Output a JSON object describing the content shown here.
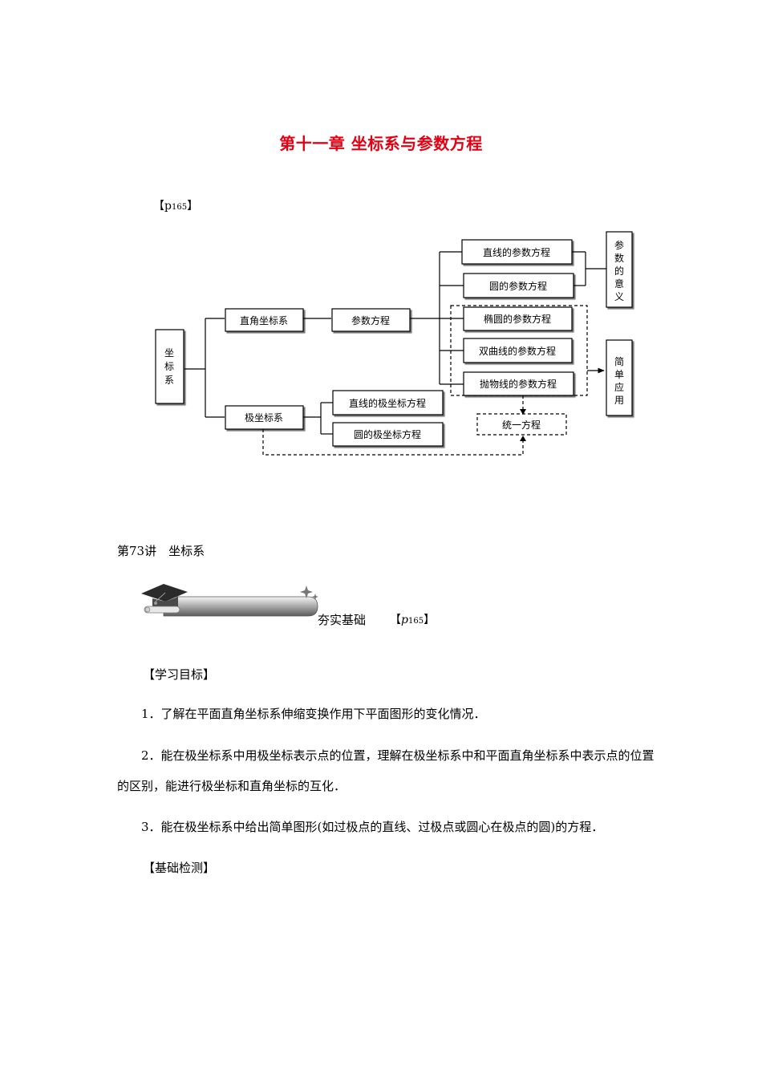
{
  "chapter_title": "第十一章  坐标系与参数方程",
  "page_ref": {
    "open": "【",
    "prefix": "p",
    "number": "165",
    "close": "】"
  },
  "diagram": {
    "root": [
      "坐",
      "标",
      "系"
    ],
    "rect_coord": "直角坐标系",
    "param_eq": "参数方程",
    "line_param": "直线的参数方程",
    "circle_param": "圆的参数方程",
    "ellipse_param": "椭圆的参数方程",
    "hyperbola_param": "双曲线的参数方程",
    "parabola_param": "抛物线的参数方程",
    "param_meaning": [
      "参",
      "数",
      "的",
      "意",
      "义"
    ],
    "simple_app": [
      "简",
      "单",
      "应",
      "用"
    ],
    "polar_coord": "极坐标系",
    "line_polar": "直线的极坐标方程",
    "circle_polar": "圆的极坐标方程",
    "unified_eq": "统一方程"
  },
  "lecture_title": "第73讲　坐标系",
  "banner": {
    "label": "夯实基础",
    "ref": {
      "open": "【",
      "prefix": "p",
      "number": "165",
      "close": "】"
    }
  },
  "section_goals": "【学习目标】",
  "goals": [
    "1．了解在平面直角坐标系伸缩变换作用下平面图形的变化情况．",
    "2．能在极坐标系中用极坐标表示点的位置，理解在极坐标系中和平面直角坐标系中表示点的位置的区别，能进行极坐标和直角坐标的互化．",
    "3．能在极坐标系中给出简单图形(如过极点的直线、过极点或圆心在极点的圆)的方程．"
  ],
  "section_check": "【基础检测】"
}
